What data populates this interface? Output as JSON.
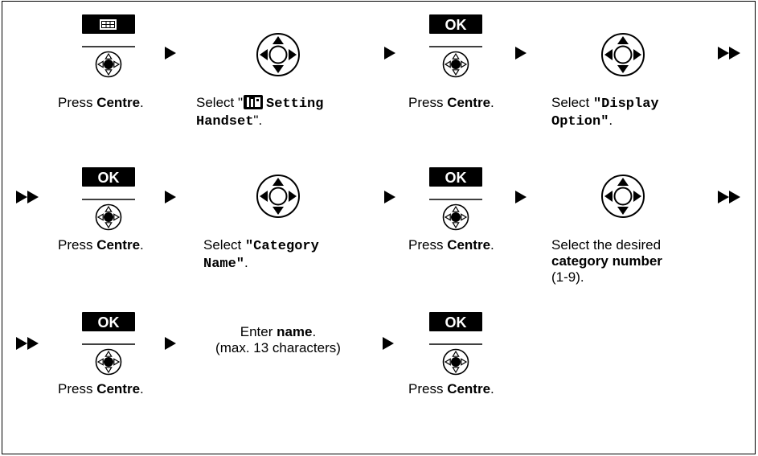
{
  "softkeys": {
    "ok": "OK",
    "menu_icon": "menu-grid-icon"
  },
  "row1": {
    "s1": {
      "pre": "Press ",
      "bold": "Centre",
      "post": "."
    },
    "s2": {
      "pre": "Select \"",
      "icon": "setting-handset-icon",
      "mono": "Setting Handset",
      "post": "\"."
    },
    "s3": {
      "pre": "Press ",
      "bold": "Centre",
      "post": "."
    },
    "s4": {
      "pre": "Select ",
      "mono": "\"Display Option\"",
      "post": "."
    }
  },
  "row2": {
    "s1": {
      "pre": "Press ",
      "bold": "Centre",
      "post": "."
    },
    "s2": {
      "pre": "Select ",
      "mono": "\"Category Name\"",
      "post": "."
    },
    "s3": {
      "pre": "Press ",
      "bold": "Centre",
      "post": "."
    },
    "s4": {
      "line1": "Select the desired",
      "bold": "category number",
      "line3": "(1-9)."
    }
  },
  "row3": {
    "s1": {
      "pre": "Press ",
      "bold": "Centre",
      "post": "."
    },
    "s2": {
      "pre": "Enter ",
      "bold": "name",
      "post": ".",
      "line2": "(max. 13 characters)"
    },
    "s3": {
      "pre": "Press ",
      "bold": "Centre",
      "post": "."
    }
  }
}
